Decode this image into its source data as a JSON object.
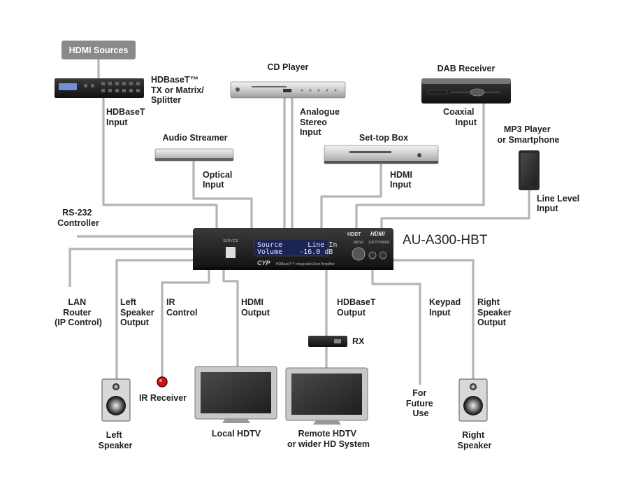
{
  "hub": {
    "model": "AU-A300-HBT",
    "display_line1": "Source      Line In",
    "display_line2": "Volume    -16.0 dB",
    "service_label": "SERVICE",
    "hdbt_logo": "HDBT",
    "hdmi_logo": "HDMI",
    "brand_logo": "CYP",
    "caption": "HDBaseT™ Integrated Zone Amplifier",
    "menu_label": "MENU",
    "exit_label": "EXIT",
    "power_label": "POWER"
  },
  "sources": {
    "hdmi_sources": "HDMI Sources",
    "hdbt_tx": [
      "HDBaseT™",
      "TX or Matrix/",
      "Splitter"
    ],
    "hdbt_input": [
      "HDBaseT",
      "Input"
    ],
    "cd_player": "CD Player",
    "analogue_input": [
      "Analogue",
      "Stereo",
      "Input"
    ],
    "dab_receiver": "DAB Receiver",
    "coaxial_input": [
      "Coaxial",
      "Input"
    ],
    "audio_streamer": "Audio Streamer",
    "optical_input": [
      "Optical",
      "Input"
    ],
    "settop_box": "Set-top Box",
    "hdmi_input": [
      "HDMI",
      "Input"
    ],
    "mp3_player": [
      "MP3 Player",
      "or Smartphone"
    ],
    "line_level_input": [
      "Line Level",
      "Input"
    ],
    "rs232": [
      "RS-232",
      "Controller"
    ]
  },
  "outputs": {
    "lan_router": [
      "LAN",
      "Router",
      "(IP Control)"
    ],
    "left_speaker_output": [
      "Left",
      "Speaker",
      "Output"
    ],
    "ir_control": [
      "IR",
      "Control"
    ],
    "hdmi_output": [
      "HDMI",
      "Output"
    ],
    "hdbaset_output": [
      "HDBaseT",
      "Output"
    ],
    "keypad_input": [
      "Keypad",
      "Input"
    ],
    "right_speaker_output": [
      "Right",
      "Speaker",
      "Output"
    ],
    "rx": "RX",
    "ir_receiver": "IR Receiver",
    "left_speaker": [
      "Left",
      "Speaker"
    ],
    "local_hdtv": "Local HDTV",
    "remote_hdtv": [
      "Remote HDTV",
      "or wider HD System"
    ],
    "future_use": [
      "For",
      "Future",
      "Use"
    ],
    "right_speaker": [
      "Right",
      "Speaker"
    ]
  }
}
